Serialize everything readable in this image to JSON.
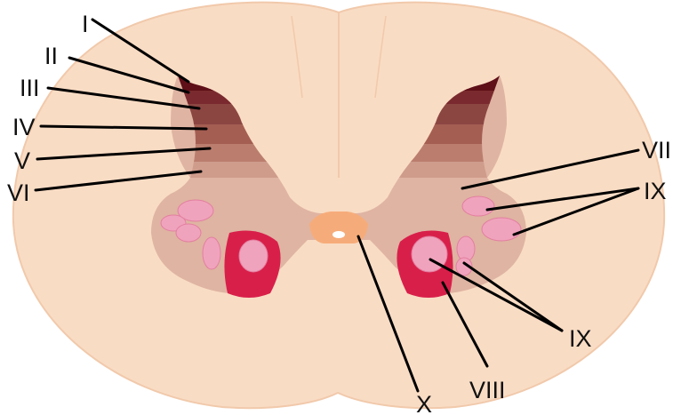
{
  "figure": {
    "labels": {
      "lamina_1": "I",
      "lamina_2": "II",
      "lamina_3": "III",
      "lamina_4": "IV",
      "lamina_5": "V",
      "lamina_6": "VI",
      "lamina_7": "VII",
      "lamina_8": "VIII",
      "lamina_9_upper": "IX",
      "lamina_9_lower": "IX",
      "lamina_10": "X"
    },
    "colors": {
      "white_matter": "#f9dcc4",
      "white_matter_outline": "#f1c9ab",
      "grey_matter": "#dfb4a2",
      "lamina_1": "#5e0f18",
      "lamina_2": "#7a2a2e",
      "lamina_3": "#8c4642",
      "lamina_4": "#a55e52",
      "lamina_5": "#bb7e6e",
      "lamina_6": "#cf9c8c",
      "lamina_8": "#d81f4a",
      "lamina_9": "#f0a3bd",
      "lamina_10": "#f6ac7a",
      "central_canal": "#ffffff",
      "leader_lines": "#000000"
    }
  }
}
